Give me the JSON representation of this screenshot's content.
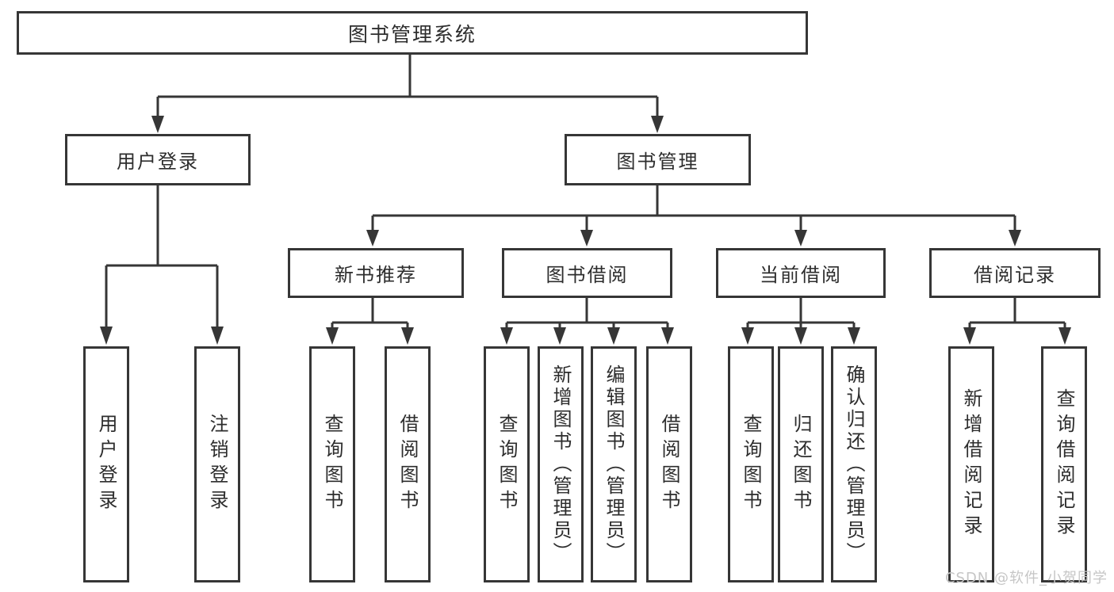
{
  "tree": {
    "root": {
      "label": "图书管理系统"
    },
    "branches": [
      {
        "label": "用户登录",
        "children": [
          {
            "label": "用户登录"
          },
          {
            "label": "注销登录"
          }
        ]
      },
      {
        "label": "图书管理",
        "children": [
          {
            "label": "新书推荐",
            "children": [
              {
                "label": "查询图书"
              },
              {
                "label": "借阅图书"
              }
            ]
          },
          {
            "label": "图书借阅",
            "children": [
              {
                "label": "查询图书"
              },
              {
                "label": "新增图书（管理员）"
              },
              {
                "label": "编辑图书（管理员）"
              },
              {
                "label": "借阅图书"
              }
            ]
          },
          {
            "label": "当前借阅",
            "children": [
              {
                "label": "查询图书"
              },
              {
                "label": "归还图书"
              },
              {
                "label": "确认归还（管理员）"
              }
            ]
          },
          {
            "label": "借阅记录",
            "children": [
              {
                "label": "新增借阅记录"
              },
              {
                "label": "查询借阅记录"
              }
            ]
          }
        ]
      }
    ]
  },
  "watermark": "CSDN @软件_小贺同学",
  "colors": {
    "line": "#363636",
    "text": "#2d2d2d",
    "watermark": "#c6c6c6",
    "background": "#ffffff"
  }
}
